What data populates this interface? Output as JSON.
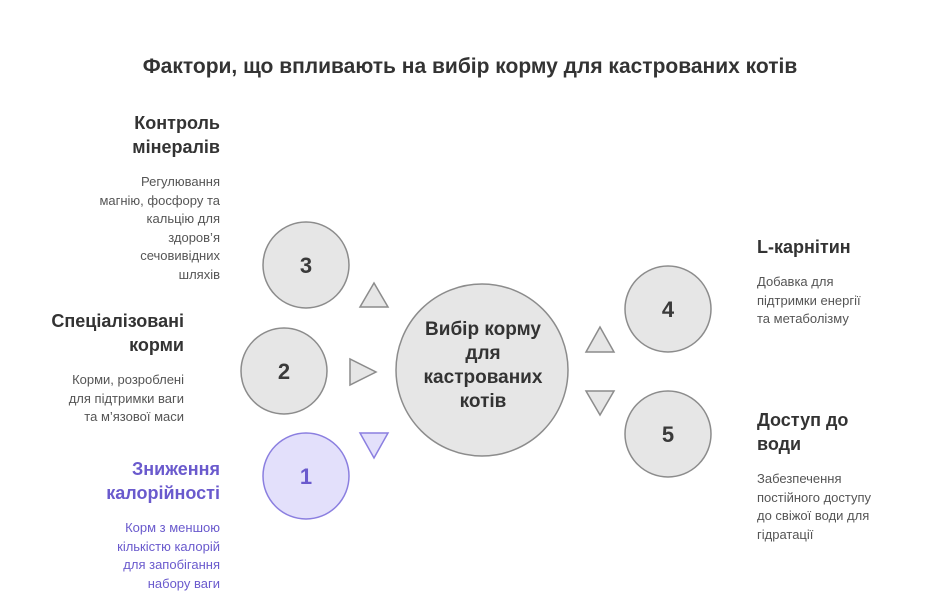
{
  "title": "Фактори, що впливають на вибір корму для кастрованих котів",
  "center": {
    "lines": [
      "Вибір корму",
      "для",
      "кастрованих",
      "котів"
    ]
  },
  "colors": {
    "circle_fill": "#e6e6e6",
    "circle_stroke": "#8c8c8c",
    "accent_fill": "#e3e0fb",
    "accent_stroke": "#8b7fe0",
    "accent_text": "#6a5acd"
  },
  "factors": [
    {
      "number": "3",
      "head": [
        "Контроль",
        "мінералів"
      ],
      "desc": [
        "Регулювання",
        "магнію, фосфору та",
        "кальцію для",
        "здоров’я",
        "сечовивідних",
        "шляхів"
      ]
    },
    {
      "number": "2",
      "head": [
        "Спеціалізовані",
        "корми"
      ],
      "desc": [
        "Корми, розроблені",
        "для підтримки ваги",
        "та м’язової маси"
      ]
    },
    {
      "number": "1",
      "head": [
        "Зниження",
        "калорійності"
      ],
      "desc": [
        "Корм з меншою",
        "кількістю калорій",
        "для запобігання",
        "набору ваги"
      ],
      "highlighted": true
    },
    {
      "number": "4",
      "head": [
        "L-карнітин"
      ],
      "desc": [
        "Добавка для",
        "підтримки енергії",
        "та метаболізму"
      ]
    },
    {
      "number": "5",
      "head": [
        "Доступ до",
        "води"
      ],
      "desc": [
        "Забезпечення",
        "постійного доступу",
        "до свіжої води для",
        "гідратації"
      ]
    }
  ]
}
